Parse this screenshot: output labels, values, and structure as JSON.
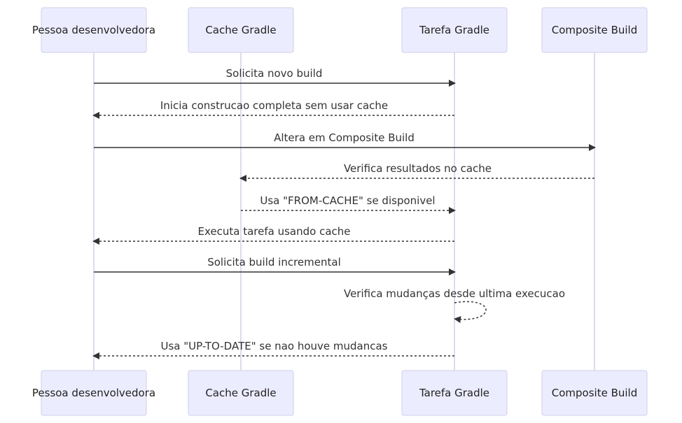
{
  "participants": [
    {
      "id": "dev",
      "label": "Pessoa desenvolvedora"
    },
    {
      "id": "cache",
      "label": "Cache Gradle"
    },
    {
      "id": "task",
      "label": "Tarefa Gradle"
    },
    {
      "id": "composite",
      "label": "Composite Build"
    }
  ],
  "messages": [
    {
      "from": "dev",
      "to": "task",
      "label": "Solicita novo build",
      "style": "solid"
    },
    {
      "from": "task",
      "to": "dev",
      "label": "Inicia construcao completa sem usar cache",
      "style": "dotted"
    },
    {
      "from": "dev",
      "to": "composite",
      "label": "Altera em Composite Build",
      "style": "solid"
    },
    {
      "from": "composite",
      "to": "cache",
      "label": "Verifica resultados no cache",
      "style": "dotted"
    },
    {
      "from": "cache",
      "to": "task",
      "label": "Usa \"FROM-CACHE\" se disponivel",
      "style": "dotted"
    },
    {
      "from": "task",
      "to": "dev",
      "label": "Executa tarefa usando cache",
      "style": "dotted"
    },
    {
      "from": "dev",
      "to": "task",
      "label": "Solicita build incremental",
      "style": "solid"
    },
    {
      "from": "task",
      "to": "task",
      "label": "Verifica mudanças desde ultima execucao",
      "style": "dotted"
    },
    {
      "from": "task",
      "to": "dev",
      "label": "Usa \"UP-TO-DATE\" se nao houve mudancas",
      "style": "dotted"
    }
  ]
}
